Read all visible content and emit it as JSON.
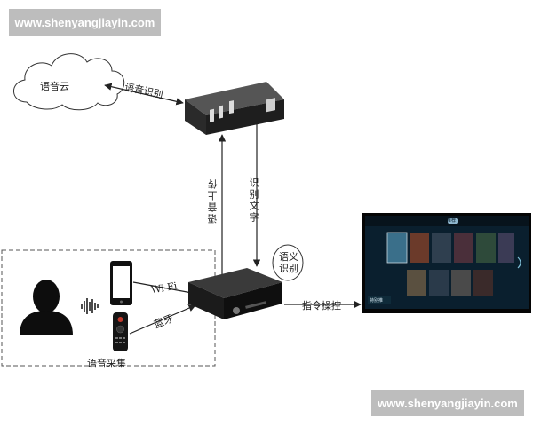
{
  "watermark": {
    "top": "www.shenyangjiayin.com",
    "bottom": "www.shenyangjiayin.com"
  },
  "labels": {
    "cloud": "语音云",
    "voice_recognition": "语音识别",
    "voice_upload": "语音上传",
    "recognized_text": "识别文字",
    "semantic_recognition": "语义识别",
    "wifi": "Wi-Fi",
    "bluetooth": "蓝牙",
    "command_control": "指令操控",
    "voice_capture": "语音采集"
  },
  "tv": {
    "top_tab": "推荐",
    "bottom_tag": "特别推"
  },
  "colors": {
    "line": "#222222",
    "device": "#1a1a1a",
    "dashed_border": "#555555",
    "watermark_bg": "#bdbdbd",
    "tv_screen": "#0a1f2e"
  }
}
